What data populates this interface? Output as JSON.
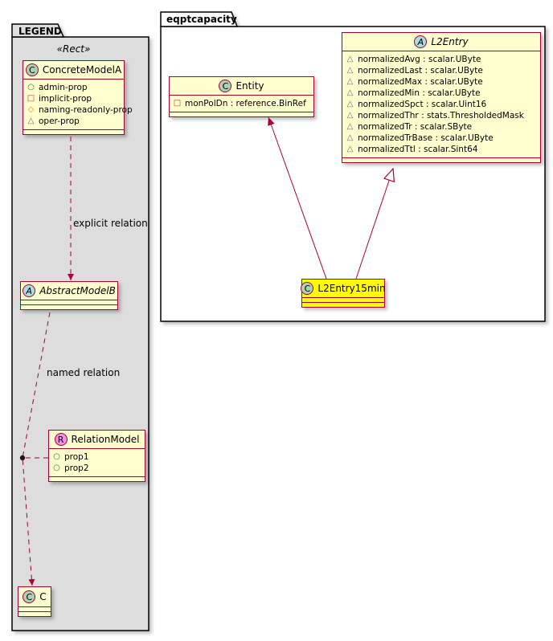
{
  "colors": {
    "class_bg": "#FEFECE",
    "class_border": "#A80036",
    "edge_color": "#A80036",
    "legend_bg": "#DDDDDD",
    "package_bg": "#FFFFFF",
    "highlight_bg": "#FFFF00",
    "badge_class": "#ADD1B2",
    "badge_abstract": "#A9DCDF",
    "badge_relation": "#EB93DF"
  },
  "legend": {
    "title": "LEGEND",
    "stereotype": "«Rect»",
    "concrete_model": {
      "badge": "C",
      "name": "ConcreteModelA",
      "props": [
        {
          "icon": "circle",
          "label": "admin-prop"
        },
        {
          "icon": "square",
          "label": "implicit-prop"
        },
        {
          "icon": "diamond",
          "label": "naming-readonly-prop"
        },
        {
          "icon": "triangle",
          "label": "oper-prop"
        }
      ]
    },
    "abstract_model": {
      "badge": "A",
      "name": "AbstractModelB"
    },
    "relation_model": {
      "badge": "R",
      "name": "RelationModel",
      "props": [
        {
          "icon": "circle",
          "label": "prop1"
        },
        {
          "icon": "circle",
          "label": "prop2"
        }
      ]
    },
    "c_model": {
      "badge": "C",
      "name": "C"
    },
    "explicit_relation_label": "explicit relation",
    "named_relation_label": "named relation"
  },
  "eqptcapacity": {
    "title": "eqptcapacity",
    "entity": {
      "badge": "C",
      "name": "Entity",
      "props": [
        {
          "icon": "square",
          "label": "monPolDn : reference.BinRef"
        }
      ]
    },
    "l2entry": {
      "badge": "A",
      "name": "L2Entry",
      "props": [
        {
          "icon": "triangle",
          "label": "normalizedAvg : scalar.UByte"
        },
        {
          "icon": "triangle",
          "label": "normalizedLast : scalar.UByte"
        },
        {
          "icon": "triangle",
          "label": "normalizedMax : scalar.UByte"
        },
        {
          "icon": "triangle",
          "label": "normalizedMin : scalar.UByte"
        },
        {
          "icon": "triangle",
          "label": "normalizedSpct : scalar.Uint16"
        },
        {
          "icon": "triangle",
          "label": "normalizedThr : stats.ThresholdedMask"
        },
        {
          "icon": "triangle",
          "label": "normalizedTr : scalar.SByte"
        },
        {
          "icon": "triangle",
          "label": "normalizedTrBase : scalar.UByte"
        },
        {
          "icon": "triangle",
          "label": "normalizedTtl : scalar.Sint64"
        }
      ]
    },
    "l2entry15min": {
      "badge": "C",
      "name": "L2Entry15min"
    }
  }
}
